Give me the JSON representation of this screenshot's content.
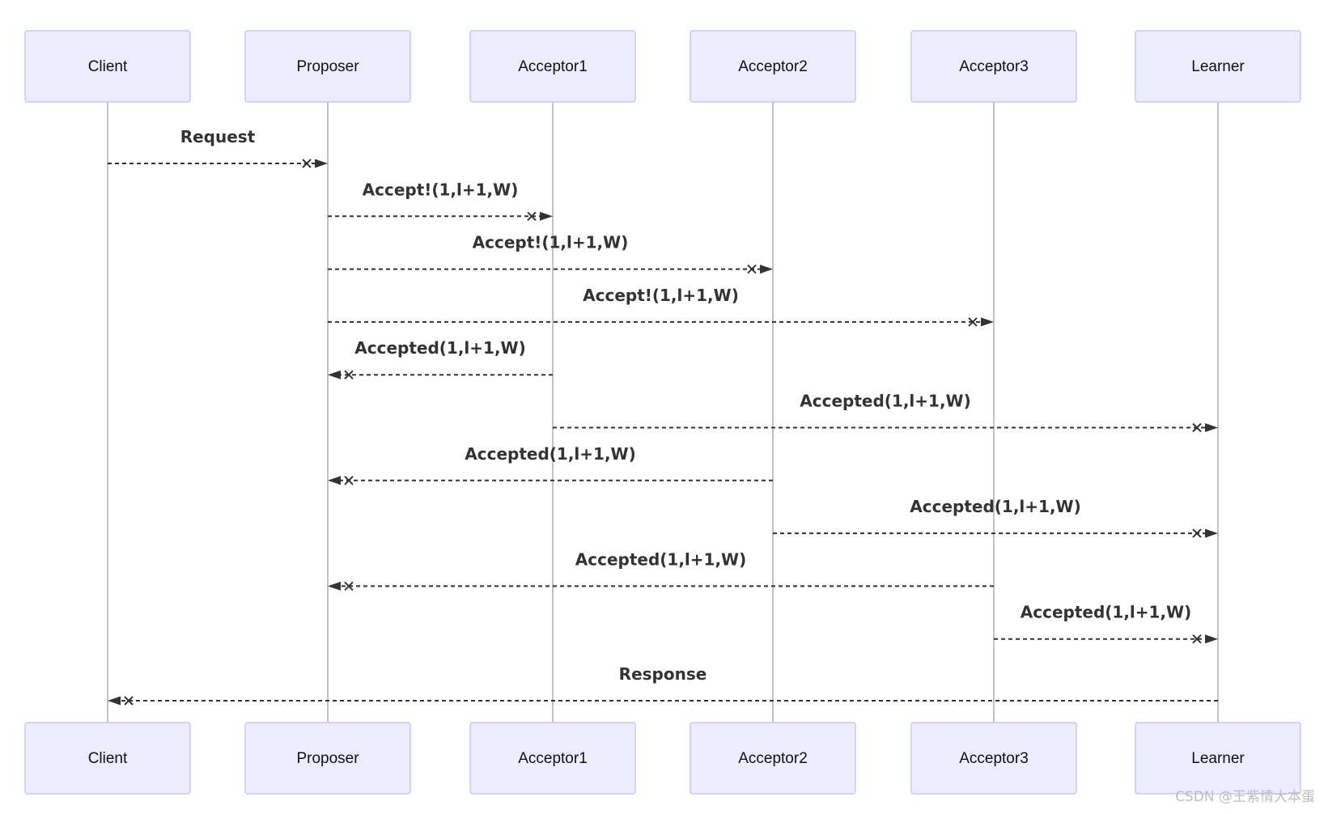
{
  "diagram": {
    "type": "sequence",
    "participants": [
      "Client",
      "Proposer",
      "Acceptor1",
      "Acceptor2",
      "Acceptor3",
      "Learner"
    ],
    "messages": [
      {
        "from": "Client",
        "to": "Proposer",
        "label": "Request"
      },
      {
        "from": "Proposer",
        "to": "Acceptor1",
        "label": "Accept!(1,l+1,W)"
      },
      {
        "from": "Proposer",
        "to": "Acceptor2",
        "label": "Accept!(1,l+1,W)"
      },
      {
        "from": "Proposer",
        "to": "Acceptor3",
        "label": "Accept!(1,l+1,W)"
      },
      {
        "from": "Acceptor1",
        "to": "Proposer",
        "label": "Accepted(1,l+1,W)"
      },
      {
        "from": "Acceptor1",
        "to": "Learner",
        "label": "Accepted(1,l+1,W)"
      },
      {
        "from": "Acceptor2",
        "to": "Proposer",
        "label": "Accepted(1,l+1,W)"
      },
      {
        "from": "Acceptor2",
        "to": "Learner",
        "label": "Accepted(1,l+1,W)"
      },
      {
        "from": "Acceptor3",
        "to": "Proposer",
        "label": "Accepted(1,l+1,W)"
      },
      {
        "from": "Acceptor3",
        "to": "Learner",
        "label": "Accepted(1,l+1,W)"
      },
      {
        "from": "Learner",
        "to": "Client",
        "label": "Response"
      }
    ]
  },
  "watermark": "CSDN @王紫情大本蛋"
}
